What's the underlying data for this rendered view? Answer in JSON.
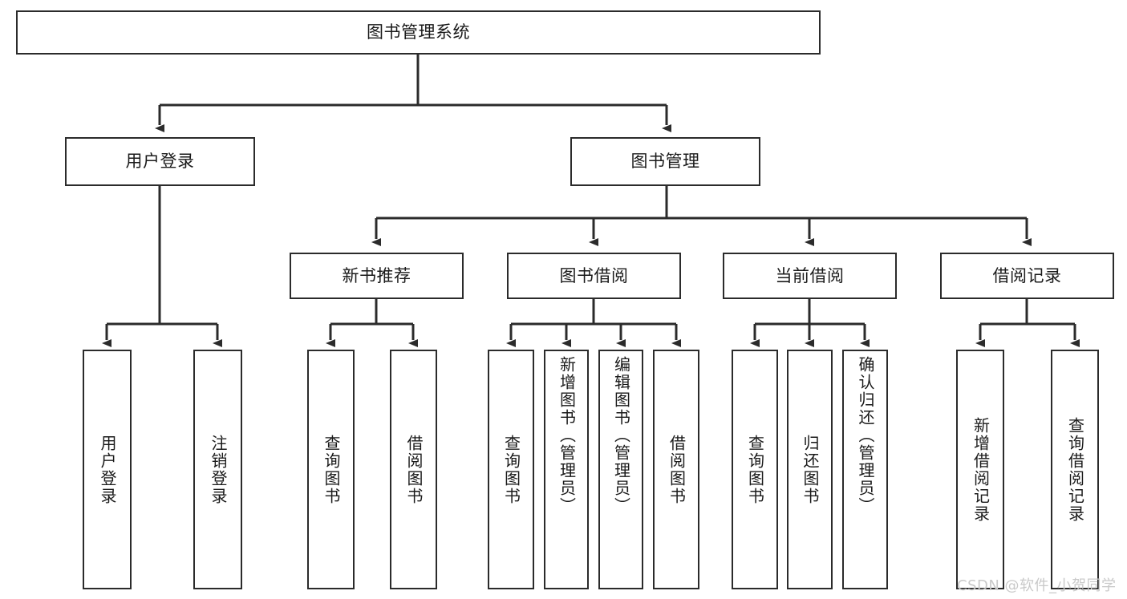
{
  "diagram": {
    "type": "tree-hierarchy-chart",
    "title": "图书管理系统",
    "watermark": "CSDN @软件_小贺同学",
    "colors": {
      "box_border": "#2b2b2b",
      "box_fill": "#ffffff",
      "connector": "#2b2b2b",
      "text": "#1a1a1a",
      "watermark": "#c9c9c9",
      "background": "#ffffff"
    },
    "levels": {
      "root": {
        "label": "图书管理系统"
      },
      "level2": [
        {
          "label": "用户登录"
        },
        {
          "label": "图书管理"
        }
      ],
      "level3": [
        {
          "label": "新书推荐"
        },
        {
          "label": "图书借阅"
        },
        {
          "label": "当前借阅"
        },
        {
          "label": "借阅记录"
        }
      ],
      "leaves": {
        "user_login": [
          {
            "label": "用户登录"
          },
          {
            "label": "注销登录"
          }
        ],
        "new_book_recommend": [
          {
            "label": "查询图书"
          },
          {
            "label": "借阅图书"
          }
        ],
        "book_borrow": [
          {
            "label": "查询图书"
          },
          {
            "label": "新增图书（管理员）"
          },
          {
            "label": "编辑图书（管理员）"
          },
          {
            "label": "借阅图书"
          }
        ],
        "current_borrow": [
          {
            "label": "查询图书"
          },
          {
            "label": "归还图书"
          },
          {
            "label": "确认归还（管理员）"
          }
        ],
        "borrow_record": [
          {
            "label": "新增借阅记录"
          },
          {
            "label": "查询借阅记录"
          }
        ]
      }
    }
  }
}
